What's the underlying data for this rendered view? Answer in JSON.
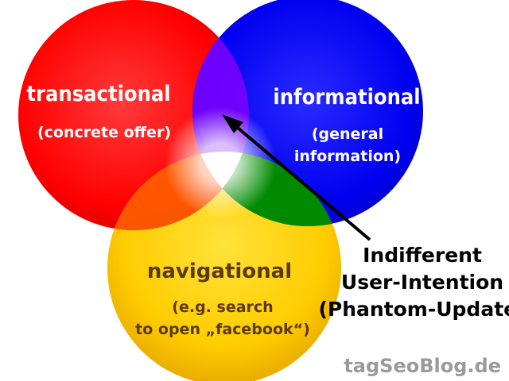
{
  "diagram": {
    "circles": [
      {
        "id": "transactional",
        "title": "transactional",
        "subtitle_lines": [
          "(concrete offer)"
        ],
        "color": "#ff0000"
      },
      {
        "id": "informational",
        "title": "informational",
        "subtitle_lines": [
          "(general",
          "information)"
        ],
        "color": "#0000ff"
      },
      {
        "id": "navigational",
        "title": "navigational",
        "subtitle_lines": [
          "(e.g. search",
          "to open „facebook“)"
        ],
        "color": "#ffcc00"
      }
    ],
    "overlap_colors": {
      "transactional_informational": "#7f00ff",
      "transactional_navigational": "#ff7a00",
      "informational_navigational": "#007f00",
      "center": "#ffffff"
    },
    "annotation": {
      "lines": [
        "Indifferent",
        "User-Intention",
        "(Phantom-Update)"
      ],
      "arrow_color": "#000000"
    },
    "brand": "tagSeoBlog.de"
  }
}
